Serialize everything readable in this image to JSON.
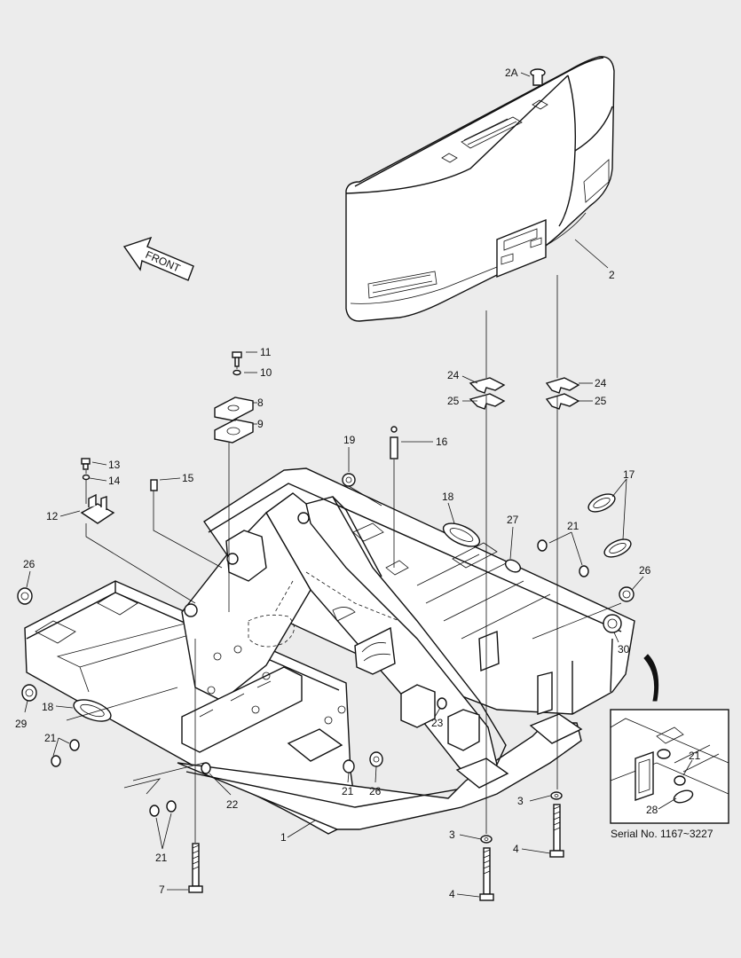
{
  "direction_label": "FRONT",
  "serial_note": "Serial No. 1167~3227",
  "callouts": {
    "c2a": "2A",
    "c2": "2",
    "c11": "11",
    "c10": "10",
    "c8": "8",
    "c9": "9",
    "c24a": "24",
    "c25a": "25",
    "c24b": "24",
    "c25b": "25",
    "c19": "19",
    "c16": "16",
    "c13": "13",
    "c14": "14",
    "c15": "15",
    "c12": "12",
    "c18a": "18",
    "c17": "17",
    "c27": "27",
    "c21a": "21",
    "c26a": "26",
    "c26b": "26",
    "c30": "30",
    "c29": "29",
    "c18b": "18",
    "c21b": "21",
    "c23": "23",
    "c21c": "21",
    "c26c": "26",
    "c22": "22",
    "c1": "1",
    "c21d": "21",
    "c3a": "3",
    "c3b": "3",
    "c4a": "4",
    "c4b": "4",
    "c7": "7",
    "c21e": "21",
    "c28": "28"
  }
}
